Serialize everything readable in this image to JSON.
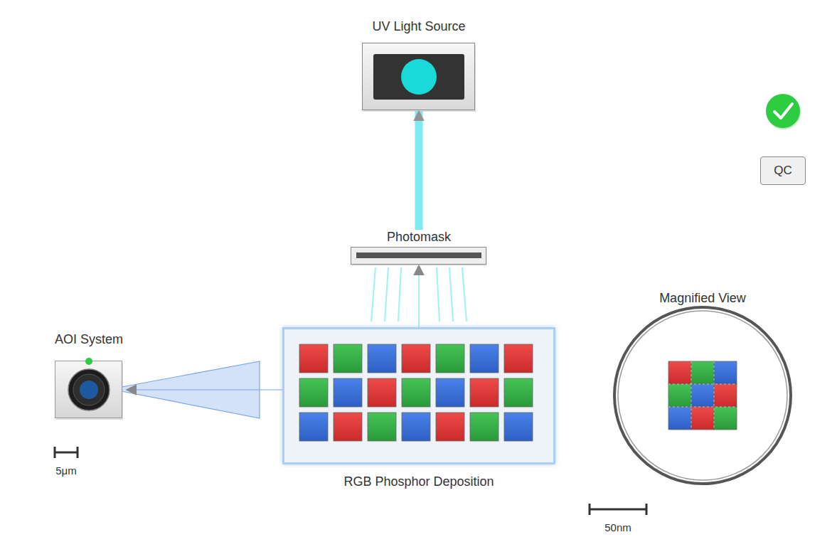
{
  "diagram": {
    "nodes": [
      {
        "text": [
          "UV Light Source"
        ]
      },
      {
        "text": [
          "QC"
        ]
      },
      {
        "text": [
          "Photomask"
        ]
      },
      {
        "text": [
          "AOI System"
        ]
      },
      {
        "text": [
          "RGB Phosphor Deposition"
        ]
      },
      {
        "text": [
          "Magnified View"
        ]
      }
    ],
    "edges": [
      {
        "from": 2,
        "to": 0,
        "arrow": "to"
      },
      {
        "from": 4,
        "to": 2,
        "arrow": "to"
      },
      {
        "from": 4,
        "to": 3,
        "arrow": "to"
      }
    ],
    "labels": [
      "5μm",
      "50nm"
    ]
  }
}
